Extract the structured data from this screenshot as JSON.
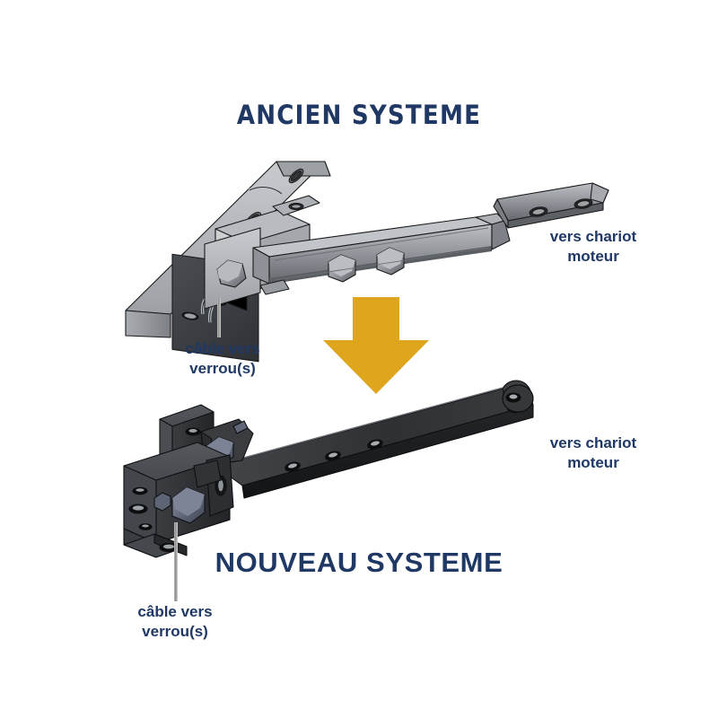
{
  "page": {
    "background_color": "#FFFFFF",
    "accent_color": "#1F3864",
    "arrow_color": "#DFA61D",
    "language": "fr"
  },
  "titles": {
    "old_system": "ANCIEN SYSTEME",
    "new_system": "NOUVEAU SYSTEME"
  },
  "labels": {
    "chariot_top_line1": "vers chariot",
    "chariot_top_line2": "moteur",
    "chariot_bottom_line1": "vers chariot",
    "chariot_bottom_line2": "moteur",
    "cable_top_line1": "câble vers",
    "cable_top_line2": "verrou(s)",
    "cable_bottom_line1": "câble vers",
    "cable_bottom_line2": "verrou(s)"
  },
  "icons": {
    "arrow": "down-arrow-icon",
    "cable_top": "cable-leader-line-icon",
    "cable_bottom": "cable-leader-line-icon",
    "old_assembly": "old-lock-bar-assembly-illustration",
    "new_assembly": "new-lock-bar-assembly-illustration"
  },
  "colors": {
    "metal_light": "#B6B9BD",
    "metal_mid": "#8D9196",
    "metal_dark": "#5A5E63",
    "metal_black": "#2B2B2D",
    "bolt_blue": "#5B6375",
    "outline": "#1A1A1A"
  }
}
